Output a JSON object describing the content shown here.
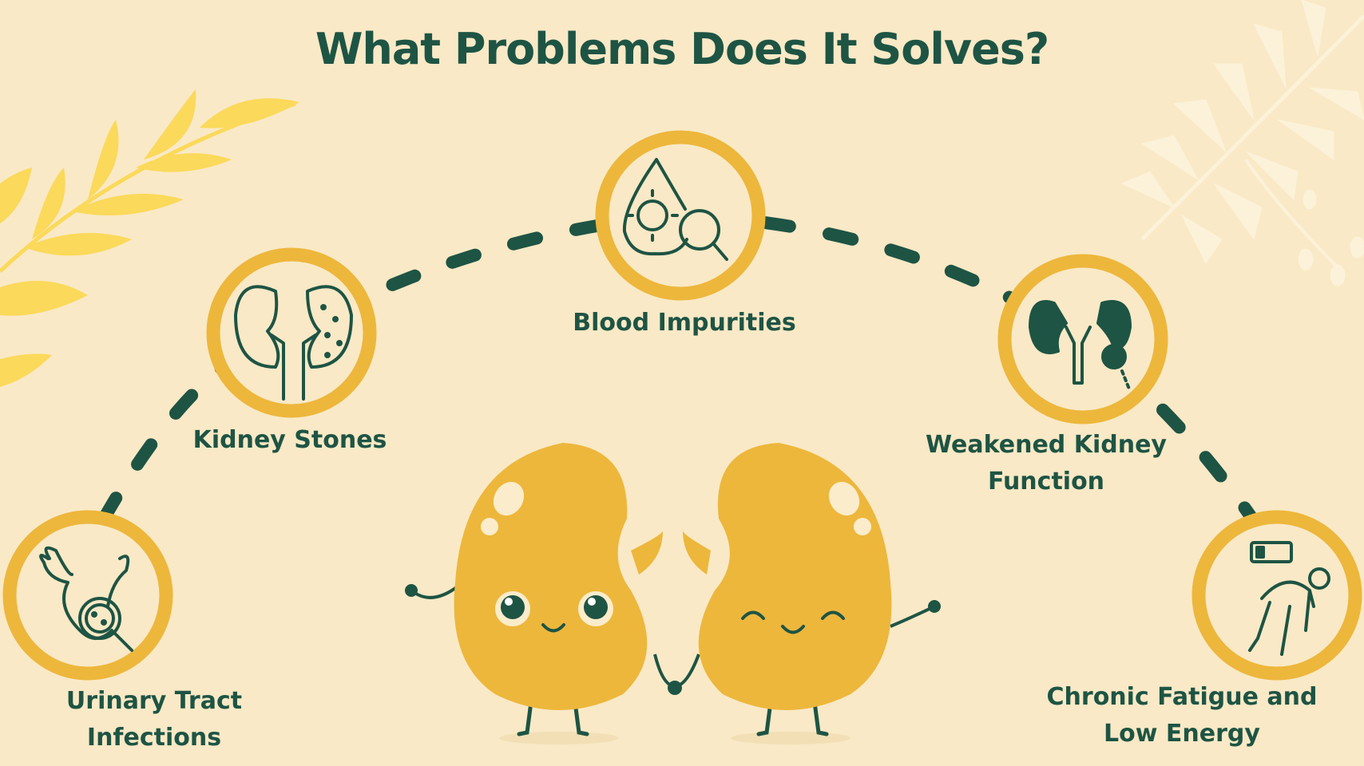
{
  "title": "What Problems Does It Solves?",
  "colors": {
    "background": "#f9e9c6",
    "accent": "#edb73c",
    "text": "#1e5444"
  },
  "problems": [
    {
      "label": "Urinary Tract",
      "label2": "Infections",
      "icon": "urinary-tract-magnifier-icon"
    },
    {
      "label": "Kidney Stones",
      "icon": "kidney-stones-icon"
    },
    {
      "label": "Blood Impurities",
      "icon": "blood-drop-virus-magnifier-icon"
    },
    {
      "label": "Weakened Kidney",
      "label2": "Function",
      "icon": "kidney-warning-icon"
    },
    {
      "label": "Chronic Fatigue and",
      "label2": "Low Energy",
      "icon": "low-battery-tired-person-icon"
    }
  ]
}
